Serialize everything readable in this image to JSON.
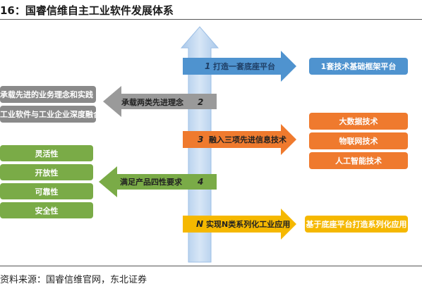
{
  "title": "16：国睿信维自主工业软件发展体系",
  "source": "资料来源：国睿信维官网，东北证券",
  "pillars": [
    {
      "num": "1",
      "label": "打造一套底座平台",
      "color": "#4f93cf"
    },
    {
      "num": "2",
      "label": "承载两类先进理念",
      "color": "#8a8a8a"
    },
    {
      "num": "3",
      "label": "融入三项先进信息技术",
      "color": "#ef7a2e"
    },
    {
      "num": "4",
      "label": "满足产品四性要求",
      "color": "#7aab47"
    },
    {
      "num": "N",
      "label": "实现N类系列化工业应用",
      "color": "#f5b800"
    }
  ],
  "platform_box": "1套技术基础框架平台",
  "concepts": [
    "承载先进的业务理念和实践",
    "工业软件与工业企业深度融合"
  ],
  "technologies": [
    "大数据技术",
    "物联网技术",
    "人工智能技术"
  ],
  "qualities": [
    "灵活性",
    "开放性",
    "可靠性",
    "安全性"
  ],
  "application_box": "基于底座平台打造系列化应用"
}
